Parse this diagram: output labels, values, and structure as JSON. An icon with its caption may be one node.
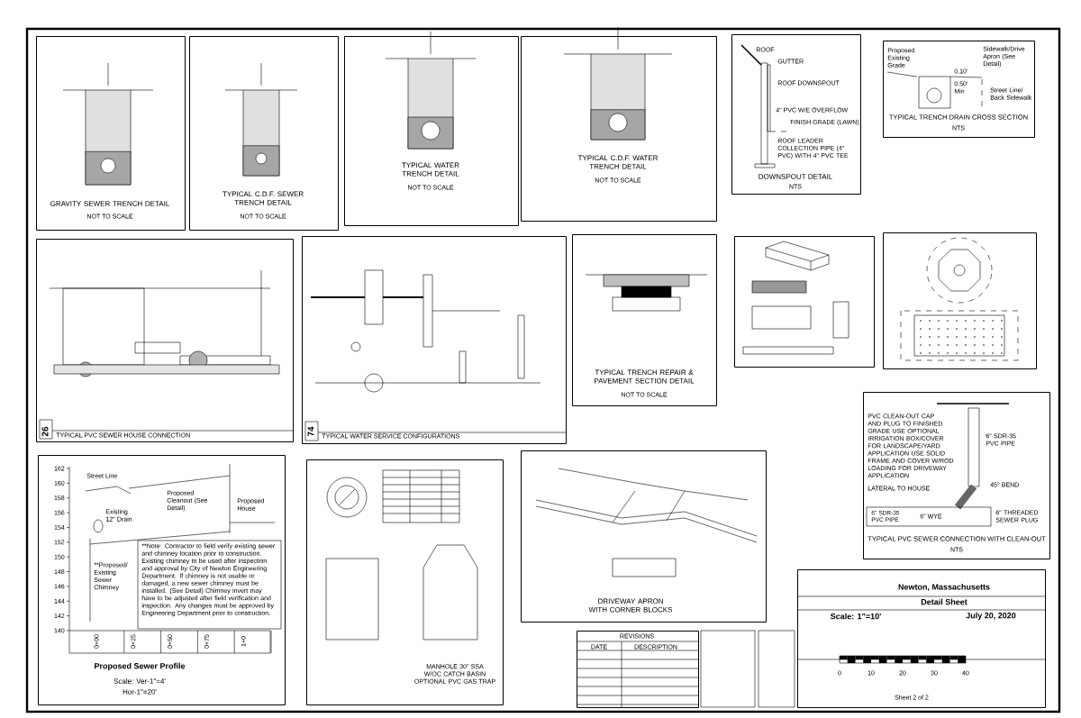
{
  "diagram": {
    "nodes": [
      {
        "text": [
          "GRAVITY SEWER TRENCH DETAIL",
          "NOT TO SCALE"
        ]
      },
      {
        "text": [
          "TYPICAL C.D.F. SEWER TRENCH DETAIL",
          "NOT TO SCALE"
        ]
      },
      {
        "text": [
          "TYPICAL WATER TRENCH DETAIL",
          "NOT TO SCALE"
        ]
      },
      {
        "text": [
          "TYPICAL C.D.F. WATER TRENCH DETAIL",
          "NOT TO SCALE"
        ]
      },
      {
        "text": [
          "DOWNSPOUT DETAIL",
          "NTS"
        ]
      },
      {
        "text": [
          "TYPICAL TRENCH DRAIN CROSS SECTION",
          "NTS"
        ]
      },
      {
        "text": [],
        "shape": "box"
      },
      {
        "text": [],
        "shape": "box"
      },
      {
        "text": [
          "26",
          "TYPICAL PVC SEWER HOUSE CONNECTION"
        ]
      },
      {
        "text": [
          "74",
          "TYPICAL WATER SERVICE CONFIGURATIONS"
        ]
      },
      {
        "text": [
          "TYPICAL TRENCH REPAIR & PAVEMENT SECTION DETAIL",
          "NOT TO SCALE"
        ]
      },
      {
        "text": [
          "TYPICAL PVC SEWER CONNECTION WITH CLEAN-OUT",
          "NTS"
        ]
      },
      {
        "text": [
          "Proposed Sewer Profile",
          "Scale: Ver-1\"=4'",
          "Hor-1\"=20'"
        ]
      },
      {
        "text": [
          "MANHOLE 30\" SSA W/OC CATCH BASIN OPTIONAL PVC GAS TRAP"
        ]
      },
      {
        "text": [
          "DRIVEWAY APRON WITH CORNER BLOCKS"
        ]
      },
      {
        "text": [
          "REVISIONS",
          "DATE",
          "DESCRIPTION"
        ]
      },
      {
        "text": [
          "Newton, Massachusetts",
          "Detail Sheet",
          "Scale: 1\"=10'",
          "July 20, 2020"
        ]
      }
    ],
    "labels": [
      "ROOF",
      "GUTTER",
      "ROOF DOWNSPOUT",
      "4\" PVC W/E OVERFLOW",
      "FINISH GRADE (LAWN)",
      "ROOF LEADER COLLECTION PIPE (4\" PVC) WITH 4\" PVC TEE",
      "Proposed Existing Grade",
      "Sidewalk/Drive Apron (See Detail)",
      "0.10'",
      "0.50' Min",
      "Street Line/ Back Sidewalk",
      "PVC CLEAN-OUT CAP AND PLUG TO FINISHED GRADE USE OPTIONAL IRRIGATION BOX/COVER FOR LANDSCAPE/YARD APPLICATION USE SOLID FRAME AND COVER W/ROD LOADING FOR DRIVEWAY APPLICATION",
      "6\" SDR-35 PVC PIPE",
      "45° BEND",
      "LATERAL TO HOUSE",
      "6\" SDR-35 PVC PIPE",
      "6\" WYE",
      "6\" THREADED SEWER PLUG",
      "162",
      "160",
      "158",
      "156",
      "154",
      "152",
      "150",
      "148",
      "146",
      "144",
      "142",
      "140",
      "0+00",
      "0+25",
      "0+50",
      "0+75",
      "1+0",
      "Street Line",
      "Proposed Cleanout (See Detail)",
      "Proposed House",
      "Existing 12\" Drain",
      "**Proposed/ Existing Sewer Chimney",
      "**Note: Contractor to field verify existing sewer and chimney location prior to construction. Existing chimney to be used after inspection and approval by City of Newton Engineering Department. If chimney is not usable or damaged, a new sewer chimney must be installed. (See Detail) Chimney invert may have to be adjusted after field verification and inspection. Any changes must be approved by Engineering Department prior to construction.",
      "0",
      "10",
      "20",
      "30",
      "40",
      "Sheet 2 of 2"
    ]
  }
}
